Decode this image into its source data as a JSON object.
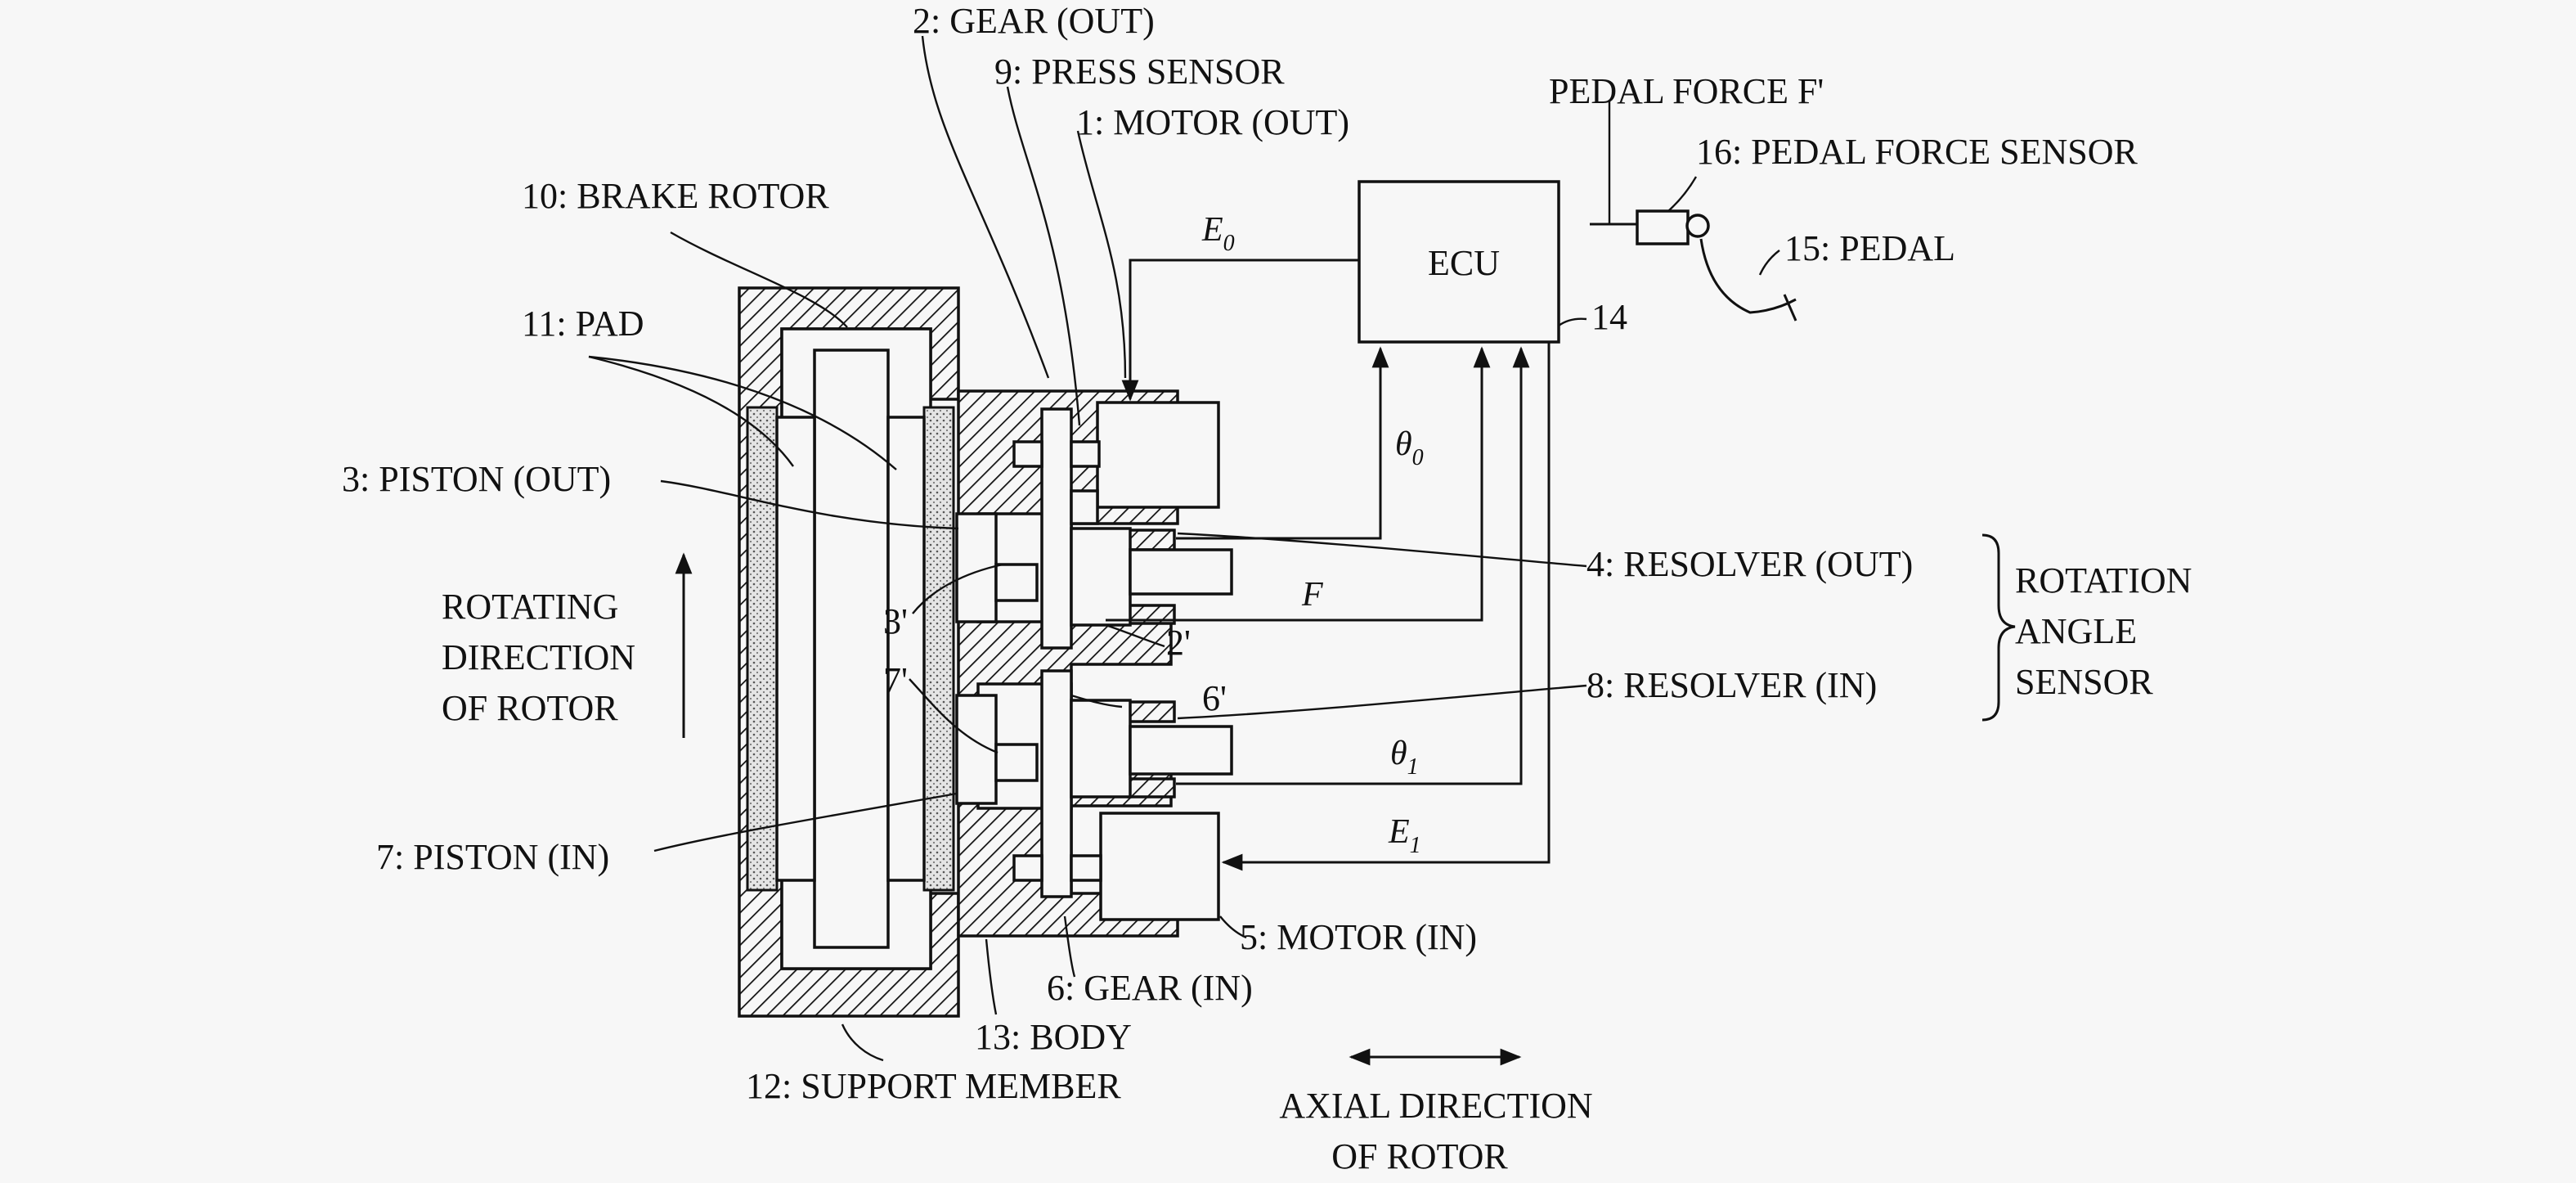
{
  "labels": {
    "gear_out": "2: GEAR (OUT)",
    "press_sensor": "9: PRESS SENSOR",
    "motor_out": "1: MOTOR (OUT)",
    "brake_rotor": "10: BRAKE ROTOR",
    "pad": "11: PAD",
    "piston_out": "3: PISTON (OUT)",
    "rot_dir_1": "ROTATING",
    "rot_dir_2": "DIRECTION",
    "rot_dir_3": "OF ROTOR",
    "piston_in": "7: PISTON (IN)",
    "support_member": "12: SUPPORT MEMBER",
    "body": "13: BODY",
    "gear_in": "6: GEAR (IN)",
    "motor_in": "5: MOTOR (IN)",
    "axial_1": "AXIAL DIRECTION",
    "axial_2": "OF ROTOR",
    "resolver_out": "4: RESOLVER (OUT)",
    "resolver_in": "8: RESOLVER (IN)",
    "rotation_sensor_1": "ROTATION",
    "rotation_sensor_2": "ANGLE",
    "rotation_sensor_3": "SENSOR",
    "ecu": "ECU",
    "ecu_ref": "14",
    "pedal_force": "PEDAL FORCE F'",
    "pedal_force_sensor": "16: PEDAL FORCE SENSOR",
    "pedal": "15: PEDAL",
    "ref_3p": "3'",
    "ref_7p": "7'",
    "ref_2p": "2'",
    "ref_6p": "6'"
  },
  "signals": {
    "e0": "E",
    "e0_sub": "0",
    "theta0": "θ",
    "theta0_sub": "0",
    "f": "F",
    "theta1": "θ",
    "theta1_sub": "1",
    "e1": "E",
    "e1_sub": "1"
  }
}
